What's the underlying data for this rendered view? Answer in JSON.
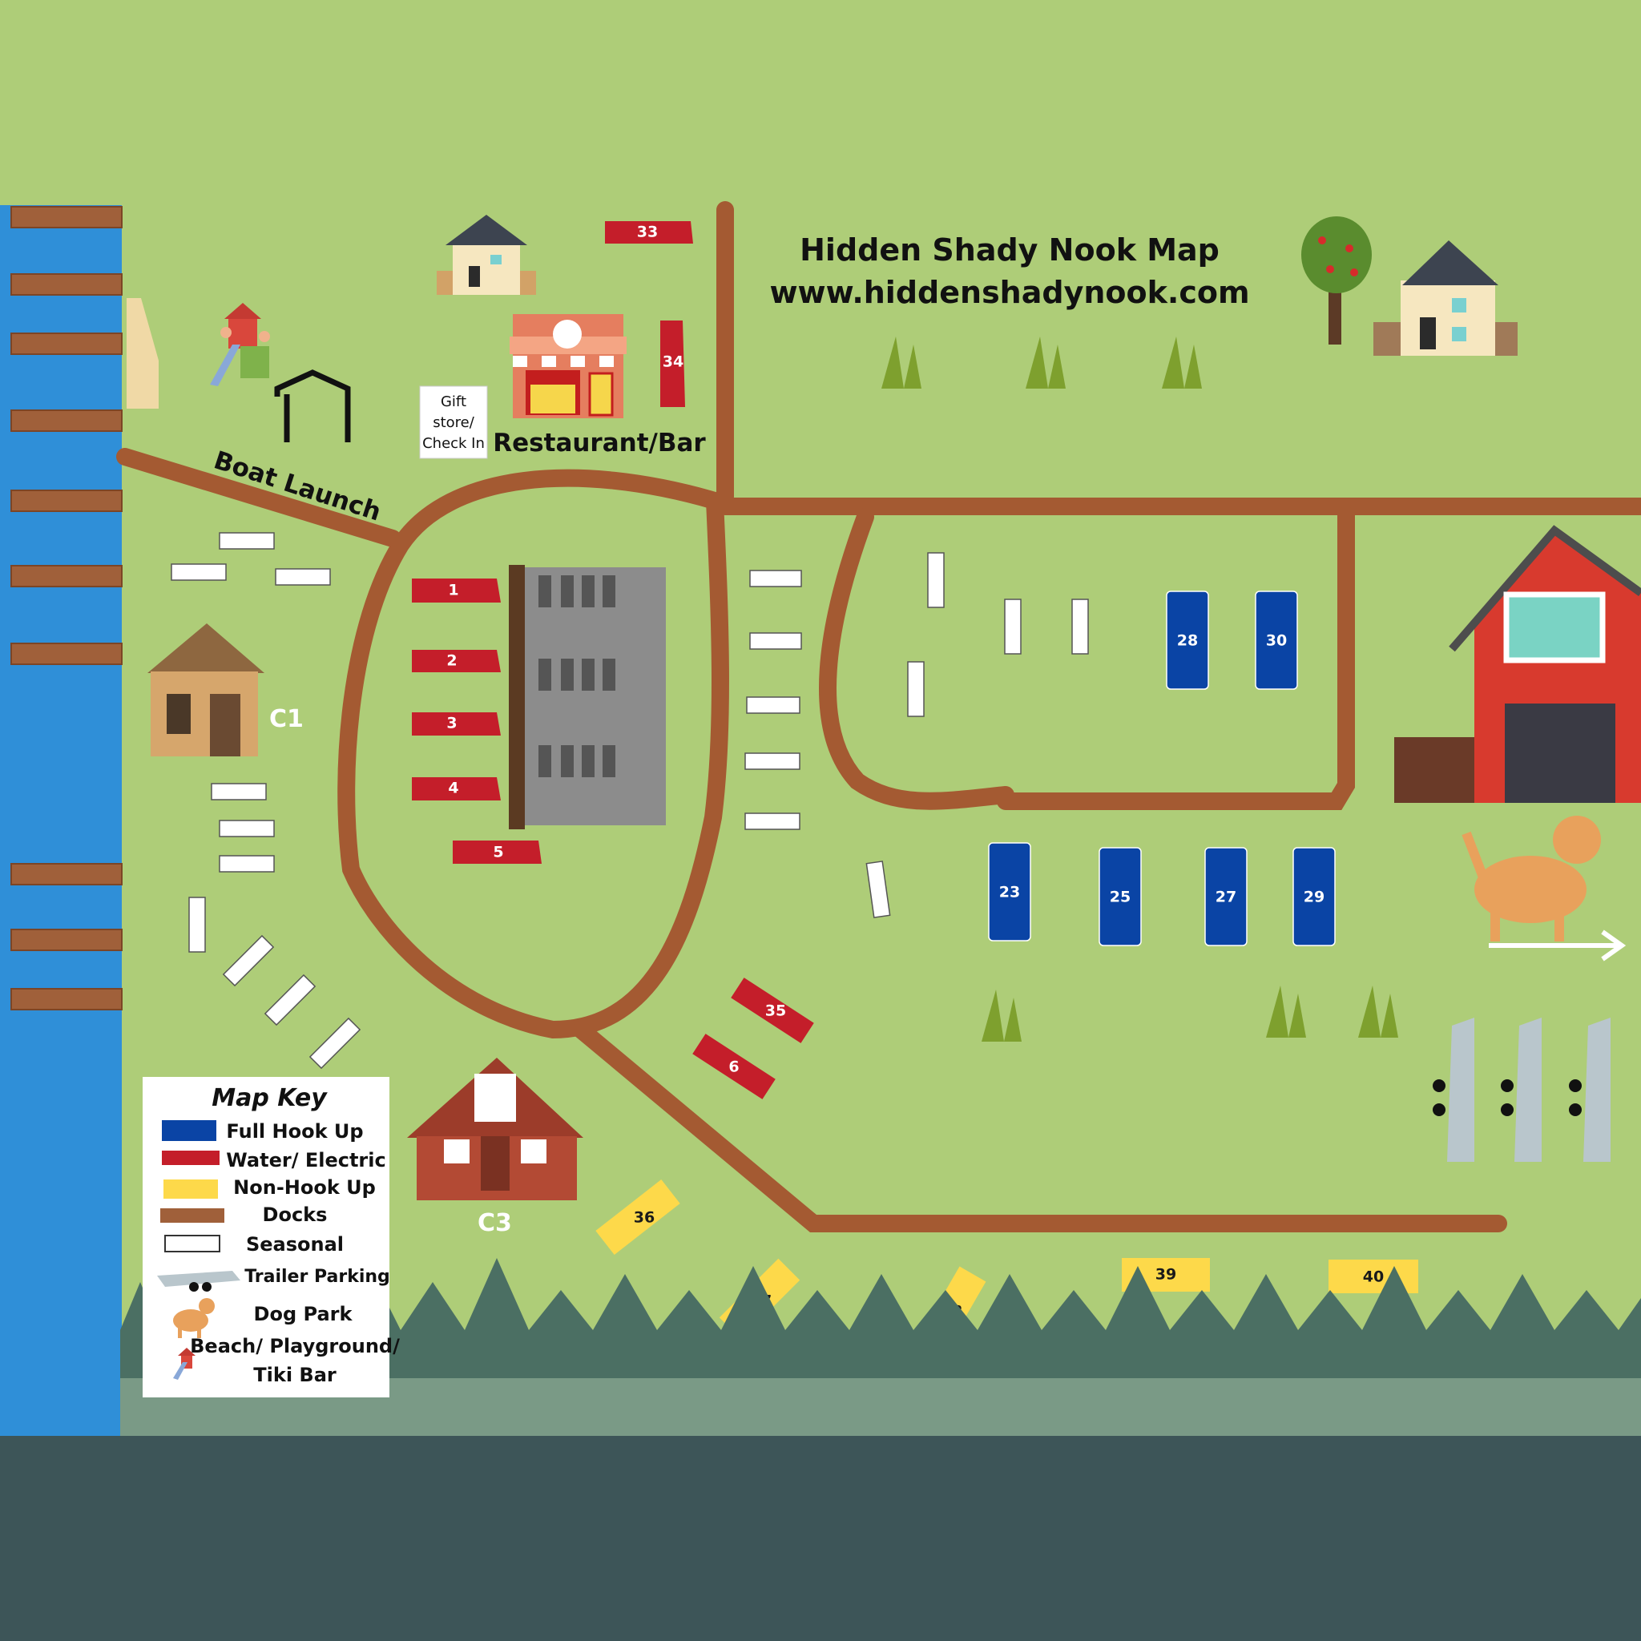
{
  "title": {
    "line1": "Hidden Shady Nook Map",
    "line2": "www.hiddenshadynook.com"
  },
  "places": {
    "boat_launch": "Boat Launch",
    "restaurant": "Restaurant/Bar",
    "gift_store": [
      "Gift",
      "store/",
      "Check In"
    ],
    "cabin_c1": "C1",
    "cabin_c3": "C3"
  },
  "sites": {
    "full_hookup": [
      "28",
      "30",
      "23",
      "25",
      "27",
      "29"
    ],
    "water_electric": [
      "33",
      "34",
      "1",
      "2",
      "3",
      "4",
      "5",
      "35",
      "6"
    ],
    "non_hookup": [
      "36",
      "37",
      "38",
      "39",
      "40"
    ]
  },
  "map_key": {
    "title": "Map Key",
    "items": [
      {
        "label": "Full Hook Up",
        "color": "#0a44a5"
      },
      {
        "label": "Water/ Electric",
        "color": "#c41e2a"
      },
      {
        "label": "Non-Hook Up",
        "color": "#fdd94a"
      },
      {
        "label": "Docks",
        "color": "#a0603a"
      },
      {
        "label": "Seasonal",
        "color": "#ffffff"
      },
      {
        "label": "Trailer Parking",
        "icon": "boat-trailer-icon"
      },
      {
        "label": "Dog Park",
        "icon": "dog-icon"
      },
      {
        "label": "Beach/ Playground/",
        "icon": "playground-icon"
      },
      {
        "label": "Tiki Bar"
      }
    ]
  },
  "colors": {
    "grass": "#aecd78",
    "road": "#a45a32",
    "water": "#2f8fd8",
    "full_hookup": "#0a44a5",
    "water_electric": "#c41e2a",
    "non_hookup": "#fdd94a",
    "footer": "#3d5558"
  }
}
